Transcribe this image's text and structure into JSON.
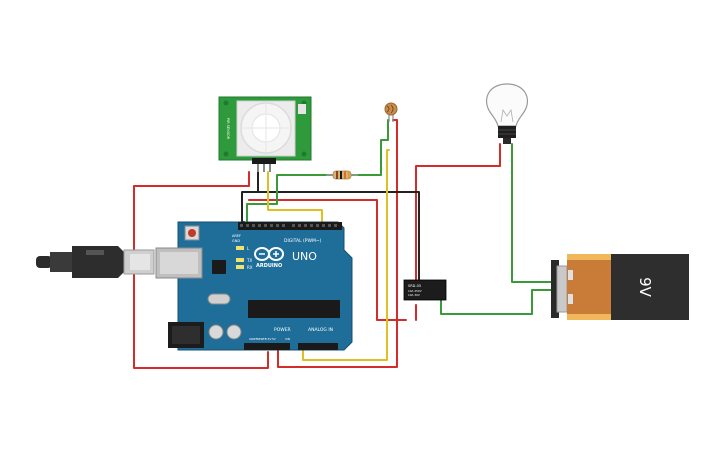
{
  "circuit": {
    "arduino": {
      "brand_text": "ARDUINO",
      "model_text": "UNO",
      "digital_label": "DIGITAL (PWM~)",
      "power_label": "POWER",
      "analog_label": "ANALOG IN",
      "aref_text": "AREF",
      "gnd_text": "GND",
      "tx_text": "TX",
      "rx_text": "RX",
      "l_text": "L",
      "ioref_text": "IOREF",
      "reset_text": "RESET",
      "v33_text": "3.3V",
      "v5_text": "5V",
      "vin_text": "VIN"
    },
    "pir_sensor": {
      "side_text": "PIR SENSOR"
    },
    "relay": {
      "line1": "SRD-05",
      "line2": "10A 250V",
      "line3": "10A 30V"
    },
    "battery": {
      "voltage_label": "9V"
    }
  }
}
